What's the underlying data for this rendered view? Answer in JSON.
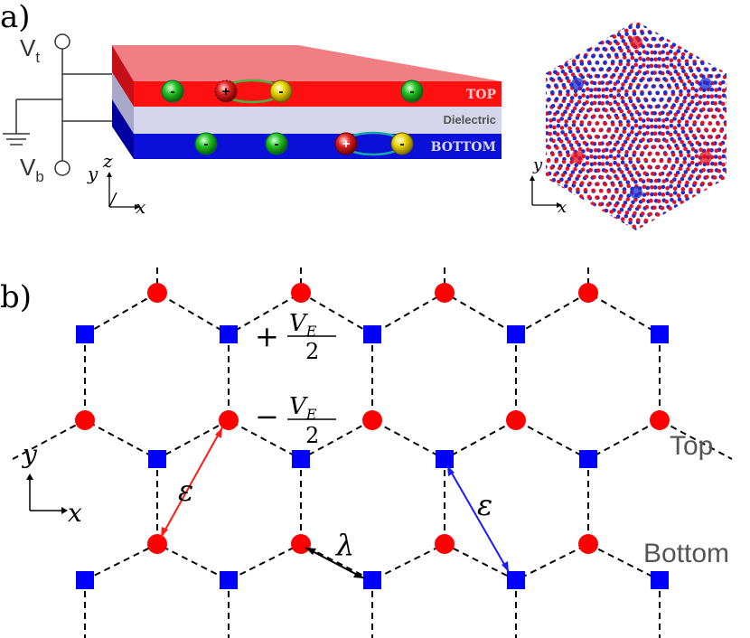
{
  "panel_a": {
    "label": "a)",
    "voltages": {
      "top": "V",
      "top_sub": "t",
      "bottom": "V",
      "bottom_sub": "b"
    },
    "layers": {
      "top": "TOP",
      "dielectric": "Dielectric",
      "bottom": "BOTTOM"
    },
    "charges": {
      "minus": "-",
      "plus": "+"
    },
    "axes": {
      "x": "x",
      "y": "y",
      "z": "z"
    }
  },
  "moire": {
    "axes": {
      "x": "x",
      "y": "y"
    },
    "colors": {
      "red": "#e8101e",
      "blue": "#1a2fd6"
    }
  },
  "panel_b": {
    "label": "b)",
    "axes": {
      "x": "x",
      "y": "y"
    },
    "potential_plus": {
      "sign": "+",
      "num_base": "V",
      "num_sub": "E",
      "den": "2"
    },
    "potential_minus": {
      "sign": "−",
      "num_base": "V",
      "num_sub": "E",
      "den": "2"
    },
    "epsilon": "ε",
    "lambda": "λ",
    "layer_top": "Top",
    "layer_bottom": "Bottom",
    "colors": {
      "top_site": "#ff0000",
      "bottom_site": "#0000ff",
      "eps_top": "#ff1a1a",
      "eps_bottom": "#1a1aff"
    }
  }
}
